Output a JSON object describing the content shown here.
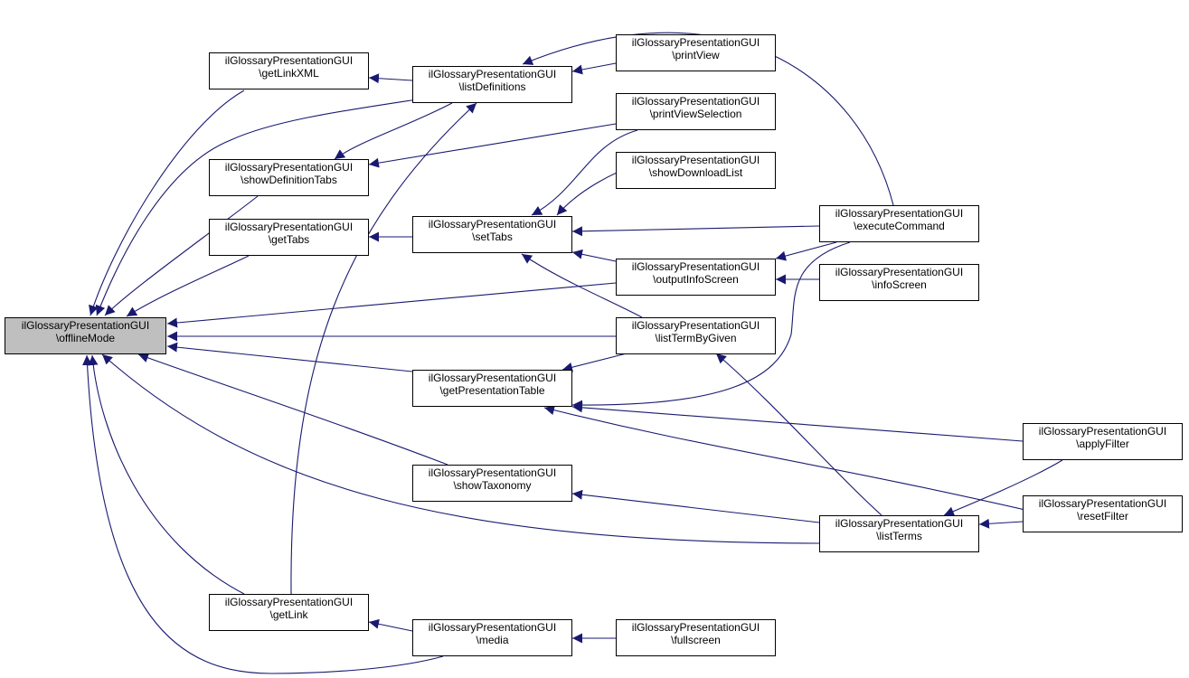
{
  "colors": {
    "edge": "#191970",
    "border": "#000000",
    "focus_fill": "#bfbfbf",
    "node_fill": "#ffffff"
  },
  "nodes": {
    "offlineMode": {
      "cls": "ilGlossaryPresentationGUI",
      "method": "\\offlineMode"
    },
    "getLinkXML": {
      "cls": "ilGlossaryPresentationGUI",
      "method": "\\getLinkXML"
    },
    "showDefinitionTabs": {
      "cls": "ilGlossaryPresentationGUI",
      "method": "\\showDefinitionTabs"
    },
    "getTabs": {
      "cls": "ilGlossaryPresentationGUI",
      "method": "\\getTabs"
    },
    "getLink": {
      "cls": "ilGlossaryPresentationGUI",
      "method": "\\getLink"
    },
    "listDefinitions": {
      "cls": "ilGlossaryPresentationGUI",
      "method": "\\listDefinitions"
    },
    "setTabs": {
      "cls": "ilGlossaryPresentationGUI",
      "method": "\\setTabs"
    },
    "getPresentationTable": {
      "cls": "ilGlossaryPresentationGUI",
      "method": "\\getPresentationTable"
    },
    "showTaxonomy": {
      "cls": "ilGlossaryPresentationGUI",
      "method": "\\showTaxonomy"
    },
    "media": {
      "cls": "ilGlossaryPresentationGUI",
      "method": "\\media"
    },
    "printView": {
      "cls": "ilGlossaryPresentationGUI",
      "method": "\\printView"
    },
    "printViewSelection": {
      "cls": "ilGlossaryPresentationGUI",
      "method": "\\printViewSelection"
    },
    "showDownloadList": {
      "cls": "ilGlossaryPresentationGUI",
      "method": "\\showDownloadList"
    },
    "outputInfoScreen": {
      "cls": "ilGlossaryPresentationGUI",
      "method": "\\outputInfoScreen"
    },
    "listTermByGiven": {
      "cls": "ilGlossaryPresentationGUI",
      "method": "\\listTermByGiven"
    },
    "fullscreen": {
      "cls": "ilGlossaryPresentationGUI",
      "method": "\\fullscreen"
    },
    "executeCommand": {
      "cls": "ilGlossaryPresentationGUI",
      "method": "\\executeCommand"
    },
    "infoScreen": {
      "cls": "ilGlossaryPresentationGUI",
      "method": "\\infoScreen"
    },
    "listTerms": {
      "cls": "ilGlossaryPresentationGUI",
      "method": "\\listTerms"
    },
    "applyFilter": {
      "cls": "ilGlossaryPresentationGUI",
      "method": "\\applyFilter"
    },
    "resetFilter": {
      "cls": "ilGlossaryPresentationGUI",
      "method": "\\resetFilter"
    }
  },
  "edges": [
    {
      "from": "getLinkXML",
      "to": "offlineMode"
    },
    {
      "from": "listDefinitions",
      "to": "offlineMode"
    },
    {
      "from": "showDefinitionTabs",
      "to": "offlineMode"
    },
    {
      "from": "getTabs",
      "to": "offlineMode"
    },
    {
      "from": "outputInfoScreen",
      "to": "offlineMode"
    },
    {
      "from": "listTermByGiven",
      "to": "offlineMode"
    },
    {
      "from": "getPresentationTable",
      "to": "offlineMode"
    },
    {
      "from": "showTaxonomy",
      "to": "offlineMode"
    },
    {
      "from": "listTerms",
      "to": "offlineMode"
    },
    {
      "from": "getLink",
      "to": "offlineMode"
    },
    {
      "from": "media",
      "to": "offlineMode"
    },
    {
      "from": "listDefinitions",
      "to": "getLinkXML"
    },
    {
      "from": "listDefinitions",
      "to": "showDefinitionTabs"
    },
    {
      "from": "printViewSelection",
      "to": "showDefinitionTabs"
    },
    {
      "from": "setTabs",
      "to": "getTabs"
    },
    {
      "from": "media",
      "to": "getLink"
    },
    {
      "from": "getLink",
      "to": "listDefinitions"
    },
    {
      "from": "printView",
      "to": "listDefinitions"
    },
    {
      "from": "executeCommand",
      "to": "listDefinitions"
    },
    {
      "from": "printViewSelection",
      "to": "setTabs"
    },
    {
      "from": "showDownloadList",
      "to": "setTabs"
    },
    {
      "from": "executeCommand",
      "to": "setTabs"
    },
    {
      "from": "outputInfoScreen",
      "to": "setTabs"
    },
    {
      "from": "listTermByGiven",
      "to": "setTabs"
    },
    {
      "from": "listTermByGiven",
      "to": "getPresentationTable"
    },
    {
      "from": "executeCommand",
      "to": "getPresentationTable"
    },
    {
      "from": "applyFilter",
      "to": "getPresentationTable"
    },
    {
      "from": "resetFilter",
      "to": "getPresentationTable"
    },
    {
      "from": "listTerms",
      "to": "showTaxonomy"
    },
    {
      "from": "fullscreen",
      "to": "media"
    },
    {
      "from": "executeCommand",
      "to": "outputInfoScreen"
    },
    {
      "from": "infoScreen",
      "to": "outputInfoScreen"
    },
    {
      "from": "listTerms",
      "to": "listTermByGiven"
    },
    {
      "from": "applyFilter",
      "to": "listTerms"
    },
    {
      "from": "resetFilter",
      "to": "listTerms"
    }
  ]
}
